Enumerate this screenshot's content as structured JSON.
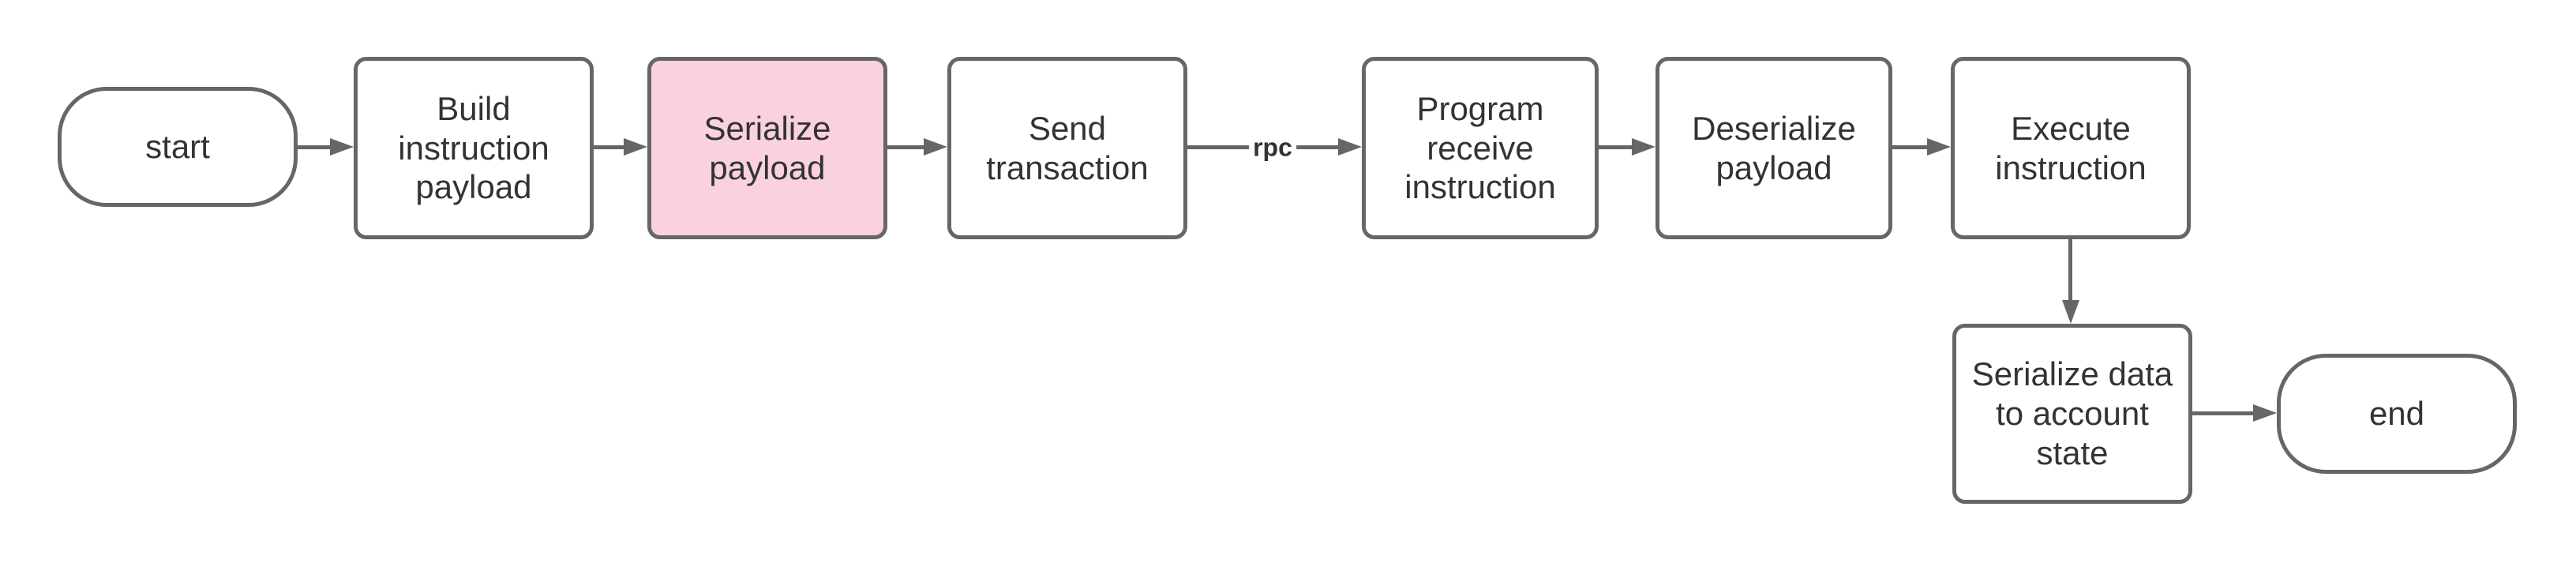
{
  "diagram": {
    "nodes": {
      "start": {
        "label": "start",
        "type": "terminator"
      },
      "build_instruction_payload": {
        "label": "Build\ninstruction\npayload",
        "type": "process"
      },
      "serialize_payload": {
        "label": "Serialize\npayload",
        "type": "process",
        "highlighted": true
      },
      "send_transaction": {
        "label": "Send\ntransaction",
        "type": "process"
      },
      "program_receive_instruction": {
        "label": "Program\nreceive\ninstruction",
        "type": "process"
      },
      "deserialize_payload": {
        "label": "Deserialize\npayload",
        "type": "process"
      },
      "execute_instruction": {
        "label": "Execute\ninstruction",
        "type": "process"
      },
      "serialize_data_to_account_state": {
        "label": "Serialize data\nto account\nstate",
        "type": "process"
      },
      "end": {
        "label": "end",
        "type": "terminator"
      }
    },
    "edges": {
      "send_to_program": {
        "label": "rpc"
      }
    },
    "colors": {
      "stroke": "#666666",
      "text": "#333333",
      "node_fill": "#ffffff",
      "highlight_fill": "#f9d2dd",
      "background": "#ffffff"
    }
  }
}
